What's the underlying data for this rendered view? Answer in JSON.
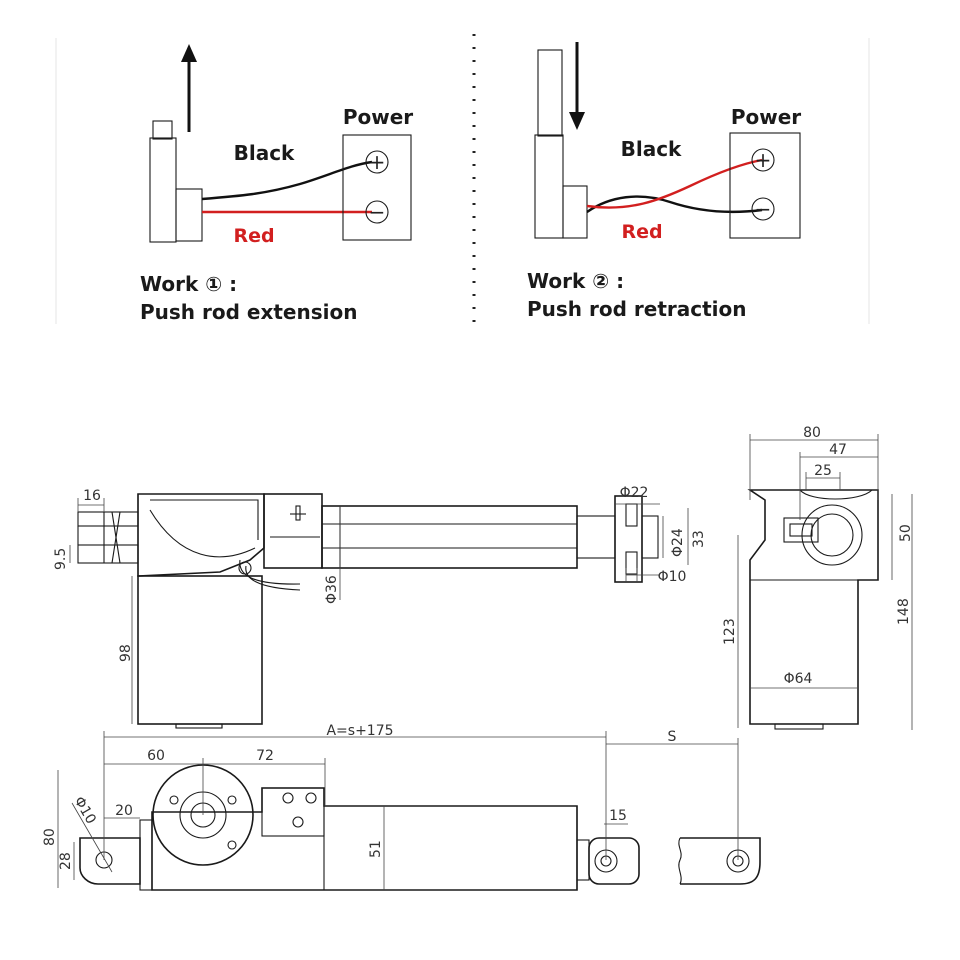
{
  "wiring": {
    "left": {
      "black_label": "Black",
      "red_label": "Red",
      "power_label": "Power",
      "plus_sign": "+",
      "minus_sign": "−",
      "work_title": "Work ① :",
      "work_desc": "Push rod extension"
    },
    "right": {
      "black_label": "Black",
      "red_label": "Red",
      "power_label": "Power",
      "plus_sign": "+",
      "minus_sign": "−",
      "work_title": "Work ② :",
      "work_desc": "Push rod retraction"
    },
    "colors": {
      "black_wire": "#111111",
      "red_wire": "#d21f1f"
    }
  },
  "drawing": {
    "side_view": {
      "d16": "16",
      "d95": "9.5",
      "d98": "98",
      "d36": "Φ36",
      "d22": "Φ22",
      "d24": "Φ24",
      "d33": "33",
      "d10": "Φ10"
    },
    "end_view": {
      "d80": "80",
      "d47": "47",
      "d25": "25",
      "d50": "50",
      "d148": "148",
      "d123": "123",
      "d64": "Φ64"
    },
    "top_view": {
      "dA": "A=s+175",
      "dS": "S",
      "d60": "60",
      "d72": "72",
      "d20": "20",
      "d10": "Φ10",
      "d80": "80",
      "d28": "28",
      "d51": "51",
      "d15": "15"
    }
  }
}
